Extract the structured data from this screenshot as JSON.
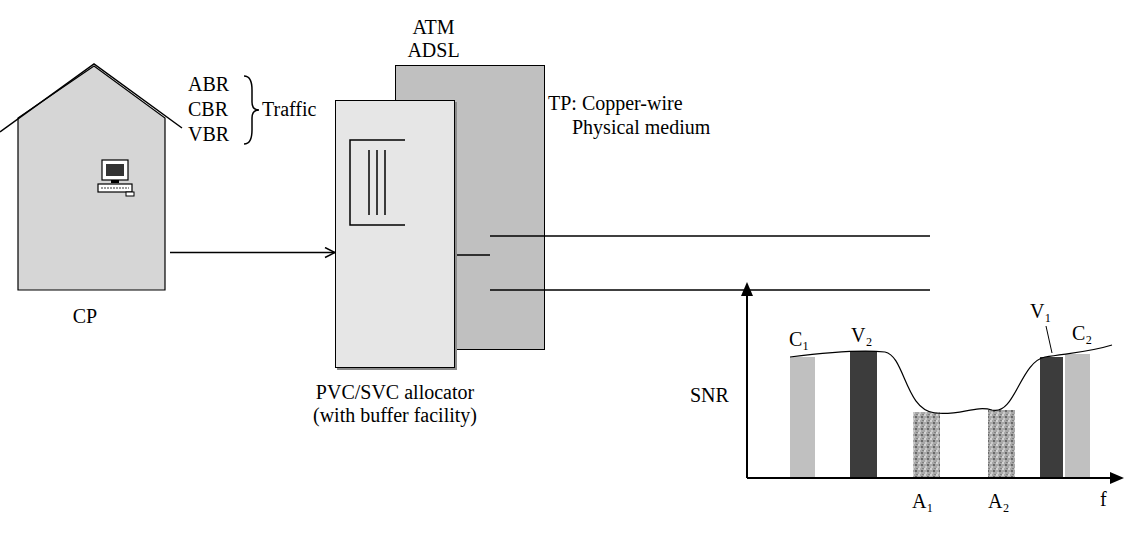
{
  "diagram": {
    "nodes": [
      {
        "text": [
          "CP"
        ]
      },
      {
        "text": [
          "ATM ADSL"
        ]
      },
      {
        "text": [
          "PVC/SVC allocator (with buffer facility)"
        ]
      }
    ],
    "edges": [
      {
        "from": 0,
        "to": 2,
        "arrow": "to"
      }
    ],
    "labels": [
      "ABR",
      "CBR",
      "VBR",
      "Traffic",
      "TP: Copper-wire",
      "Physical medium",
      "SNR",
      "C₁",
      "V₂",
      "V₁",
      "C₂",
      "A₁",
      "A₂",
      "f"
    ]
  }
}
